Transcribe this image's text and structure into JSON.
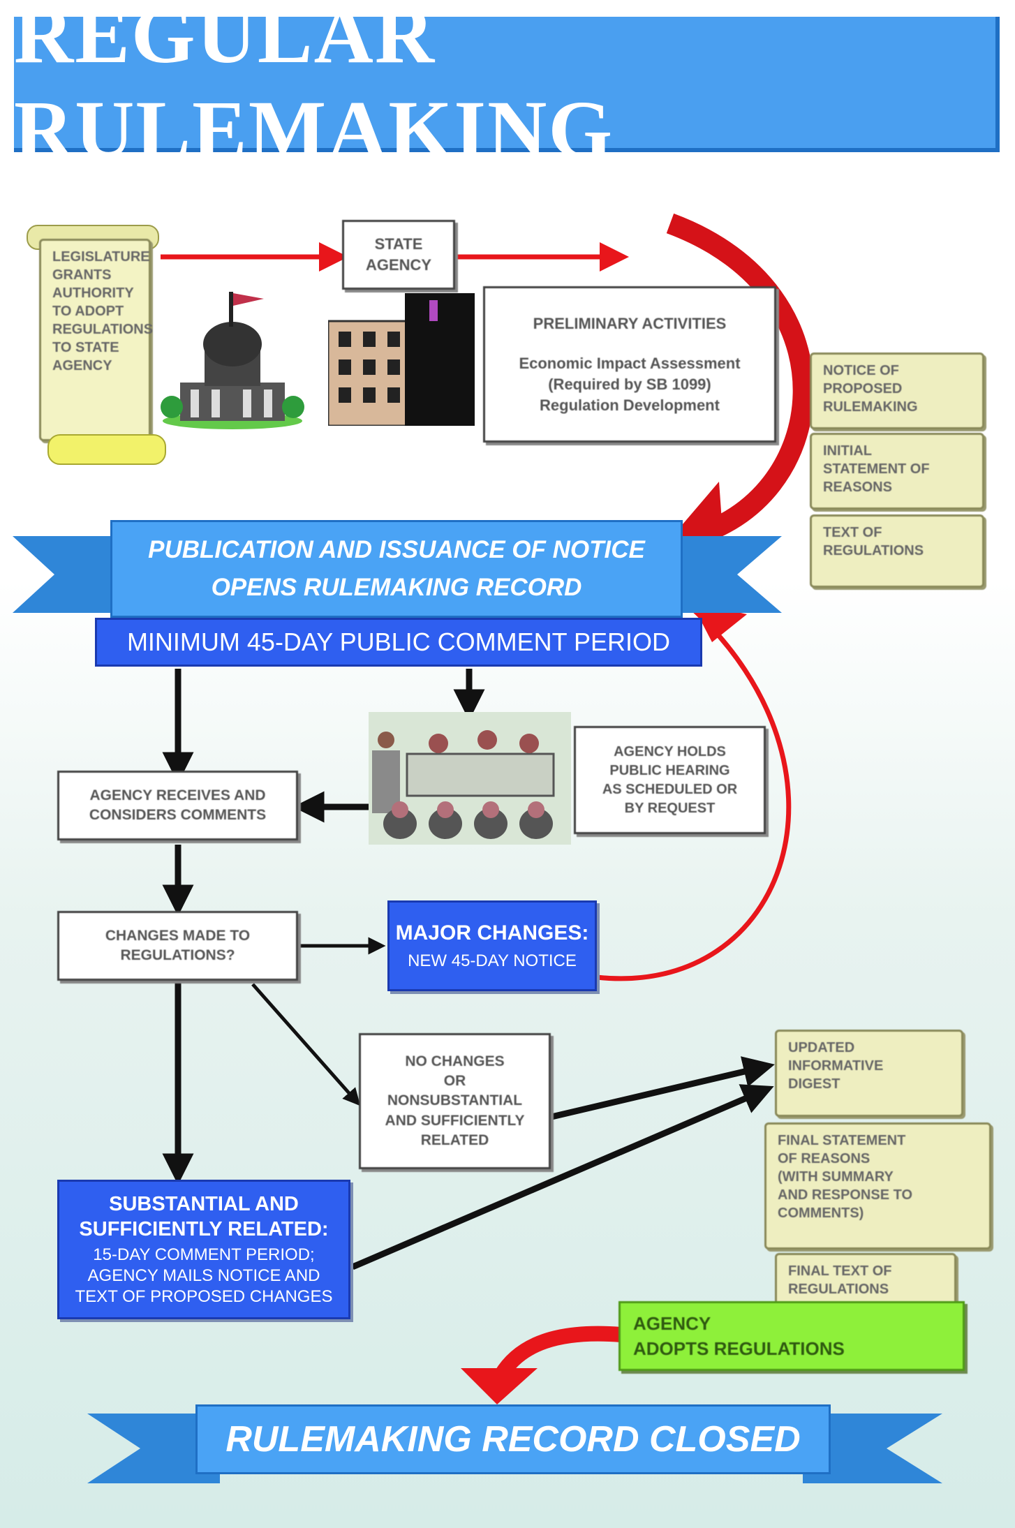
{
  "title": "REGULAR RULEMAKING",
  "legislature_scroll": [
    "LEGISLATURE",
    "GRANTS",
    "AUTHORITY",
    "TO ADOPT",
    "REGULATIONS",
    "TO STATE",
    "AGENCY"
  ],
  "state_agency": [
    "STATE",
    "AGENCY"
  ],
  "preliminary": {
    "heading": "PRELIMINARY ACTIVITIES",
    "lines": [
      "Economic Impact Assessment",
      "(Required by SB 1099)",
      "Regulation Development"
    ]
  },
  "notice_scrolls": [
    [
      "NOTICE OF",
      "PROPOSED",
      "RULEMAKING"
    ],
    [
      "INITIAL",
      "STATEMENT OF",
      "REASONS"
    ],
    [
      "TEXT OF",
      "REGULATIONS"
    ]
  ],
  "publication": {
    "line1": "PUBLICATION AND ISSUANCE OF NOTICE",
    "line2": "OPENS RULEMAKING RECORD"
  },
  "comment_period": "MINIMUM 45-DAY PUBLIC COMMENT PERIOD",
  "hearing_box": [
    "AGENCY HOLDS",
    "PUBLIC HEARING",
    "AS SCHEDULED OR",
    "BY REQUEST"
  ],
  "receives_box": [
    "AGENCY RECEIVES AND",
    "CONSIDERS COMMENTS"
  ],
  "changes_box": [
    "CHANGES MADE TO",
    "REGULATIONS?"
  ],
  "major_changes": {
    "title": "MAJOR CHANGES:",
    "subtitle": "NEW 45-DAY NOTICE"
  },
  "no_changes_box": [
    "NO CHANGES",
    "OR",
    "NONSUBSTANTIAL",
    "AND SUFFICIENTLY",
    "RELATED"
  ],
  "substantial": {
    "title1": "SUBSTANTIAL AND",
    "title2": "SUFFICIENTLY RELATED:",
    "lines": [
      "15-DAY COMMENT PERIOD;",
      "AGENCY MAILS NOTICE AND",
      "TEXT OF PROPOSED CHANGES"
    ]
  },
  "final_scrolls": [
    [
      "UPDATED",
      "INFORMATIVE",
      "DIGEST"
    ],
    [
      "FINAL STATEMENT",
      "OF REASONS",
      "(WITH SUMMARY",
      "AND RESPONSE TO",
      "COMMENTS)"
    ],
    [
      "FINAL TEXT OF",
      "REGULATIONS"
    ]
  ],
  "adopts": [
    "AGENCY",
    "ADOPTS REGULATIONS"
  ],
  "closed": "RULEMAKING RECORD CLOSED",
  "colors": {
    "title_blue": "#4a9ff0",
    "box_blue": "#2f5ff0",
    "arrow_red": "#e8161b",
    "scroll_yellow": "#eeeec0",
    "adopt_green": "#8ef03a"
  }
}
